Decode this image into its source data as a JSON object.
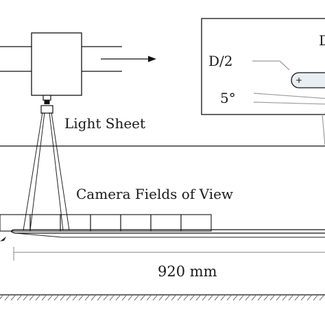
{
  "labels": {
    "light_sheet": "Light Sheet",
    "camera_fov": "Camera Fields of View",
    "length": "920 mm",
    "inset_d_half": "D/2",
    "inset_angle": "5°",
    "inset_corner": "D",
    "plus_mark": "+"
  },
  "camera_fields": {
    "count": 7
  },
  "colors": {
    "ink": "#111111",
    "grey_leader": "#9a9a9a",
    "fin_fill": "#e8eef2"
  }
}
